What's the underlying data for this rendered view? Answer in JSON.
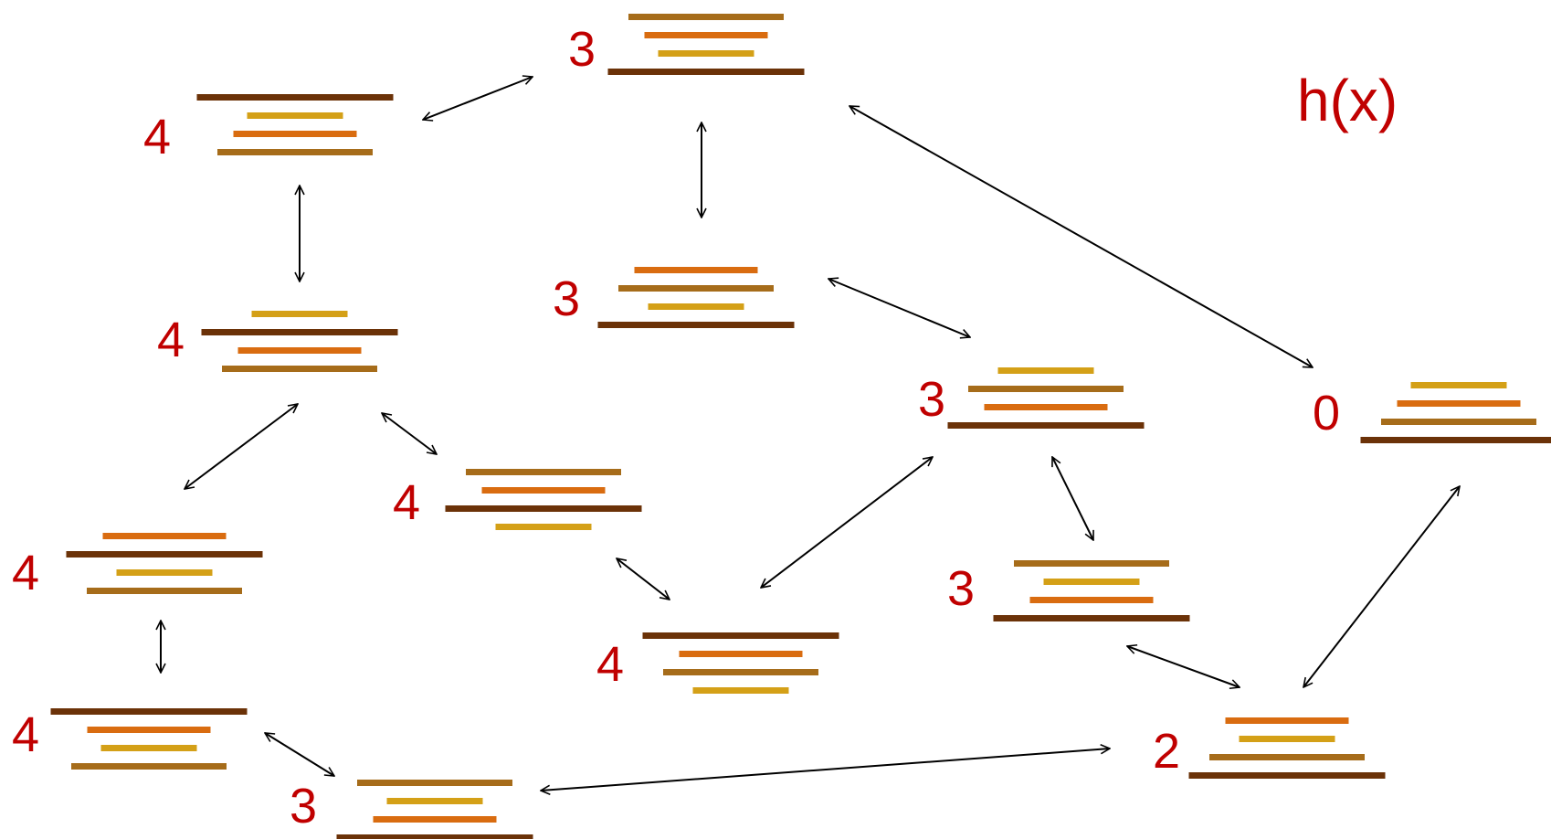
{
  "title": "h(x)",
  "colors": {
    "label": "#c00000",
    "arrow": "#000000",
    "pancake_sizes": {
      "1": "#d4a017",
      "2": "#d96c10",
      "3": "#a66c1a",
      "4": "#6b3208"
    }
  },
  "states": [
    {
      "id": "s1",
      "h": "3",
      "stack_top_to_bottom": [
        3,
        2,
        1,
        4
      ]
    },
    {
      "id": "s2",
      "h": "4",
      "stack_top_to_bottom": [
        4,
        1,
        2,
        3
      ]
    },
    {
      "id": "s3",
      "h": "3",
      "stack_top_to_bottom": [
        2,
        3,
        1,
        4
      ]
    },
    {
      "id": "s4",
      "h": "4",
      "stack_top_to_bottom": [
        1,
        4,
        2,
        3
      ]
    },
    {
      "id": "s5",
      "h": "3",
      "stack_top_to_bottom": [
        1,
        3,
        2,
        4
      ]
    },
    {
      "id": "s6",
      "h": "0",
      "stack_top_to_bottom": [
        1,
        2,
        3,
        4
      ]
    },
    {
      "id": "s7",
      "h": "4",
      "stack_top_to_bottom": [
        3,
        2,
        4,
        1
      ]
    },
    {
      "id": "s8",
      "h": "4",
      "stack_top_to_bottom": [
        2,
        4,
        1,
        3
      ]
    },
    {
      "id": "s9",
      "h": "3",
      "stack_top_to_bottom": [
        3,
        1,
        2,
        4
      ]
    },
    {
      "id": "s10",
      "h": "4",
      "stack_top_to_bottom": [
        4,
        2,
        3,
        1
      ]
    },
    {
      "id": "s11",
      "h": "4",
      "stack_top_to_bottom": [
        4,
        2,
        1,
        3
      ]
    },
    {
      "id": "s12",
      "h": "2",
      "stack_top_to_bottom": [
        2,
        1,
        3,
        4
      ]
    },
    {
      "id": "s13",
      "h": "3",
      "stack_top_to_bottom": [
        3,
        1,
        2,
        4
      ]
    }
  ],
  "edges": [
    {
      "from": "s2",
      "to": "s1"
    },
    {
      "from": "s1",
      "to": "s3"
    },
    {
      "from": "s1",
      "to": "s6"
    },
    {
      "from": "s2",
      "to": "s4"
    },
    {
      "from": "s3",
      "to": "s5"
    },
    {
      "from": "s4",
      "to": "s8"
    },
    {
      "from": "s4",
      "to": "s7"
    },
    {
      "from": "s5",
      "to": "s10"
    },
    {
      "from": "s5",
      "to": "s9"
    },
    {
      "from": "s7",
      "to": "s10"
    },
    {
      "from": "s8",
      "to": "s11"
    },
    {
      "from": "s9",
      "to": "s12"
    },
    {
      "from": "s6",
      "to": "s12"
    },
    {
      "from": "s11",
      "to": "s13"
    },
    {
      "from": "s13",
      "to": "s12"
    }
  ]
}
